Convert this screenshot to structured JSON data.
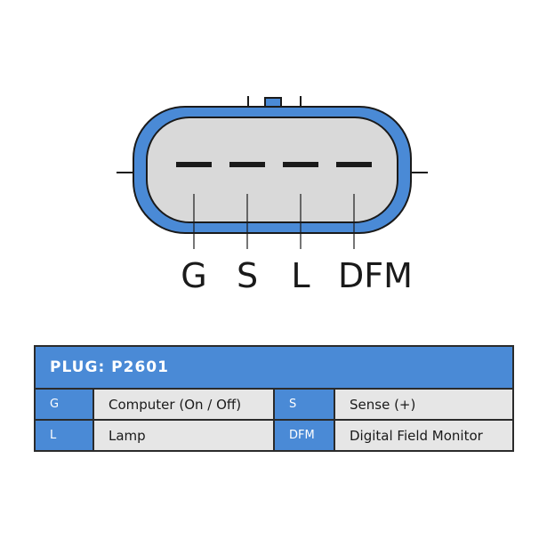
{
  "connector": {
    "pins": [
      "G",
      "S",
      "L",
      "DFM"
    ],
    "colors": {
      "outline": "#4a8ad6",
      "body": "#d9d9d9",
      "stroke": "#1a1a1a"
    }
  },
  "table": {
    "title": "PLUG: P2601",
    "rows": [
      {
        "code_a": "G",
        "desc_a": "Computer (On / Off)",
        "code_b": "S",
        "desc_b": "Sense (+)"
      },
      {
        "code_a": "L",
        "desc_a": "Lamp",
        "code_b": "DFM",
        "desc_b": "Digital Field Monitor"
      }
    ],
    "colors": {
      "header": "#4a8ad6",
      "cell": "#e6e6e6",
      "border": "#2b2b2b"
    }
  }
}
